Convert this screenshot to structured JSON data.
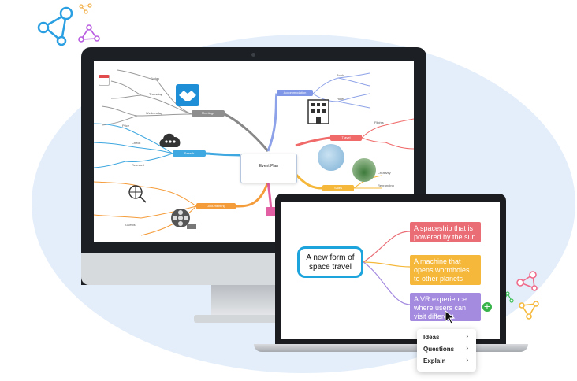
{
  "colors": {
    "background_blob": "#e4eefa",
    "accent_blue": "#1ea4dc",
    "node_red": "#ea6d76",
    "node_yellow": "#f5b83a",
    "node_purple": "#a58be0",
    "add_green": "#37b34a"
  },
  "desktop_map": {
    "center": "Event Plan",
    "meetings": "Meetings",
    "accommodation": "Accommodation",
    "search": "Search",
    "travel": "Travel",
    "documenting": "Documenting",
    "sales": "Sales",
    "leaves": {
      "friday": "Friday",
      "thursday": "Thursday",
      "wednesday": "Wednesday",
      "book": "Book",
      "hotel": "Hotel",
      "price": "Price",
      "check": "Check",
      "relevant": "Relevant",
      "flights": "Flights",
      "creativity": "Creativity",
      "rebranding": "Rebranding",
      "guests": "Guests"
    },
    "icons": [
      "calendar-icon",
      "handshake-icon",
      "building-icon",
      "chat-cloud-icon",
      "globe-icon",
      "film-reel-icon",
      "basketball-icon",
      "plant-icon"
    ]
  },
  "laptop_map": {
    "main_idea": "A new form of space travel",
    "ideas": [
      "A spaceship that is powered by the sun",
      "A machine that opens wormholes to other planets",
      "A VR experience where users can visit different planets"
    ],
    "add_icon": "plus-icon",
    "cursor_icon": "cursor-icon"
  },
  "context_menu": {
    "items": [
      "Ideas",
      "Questions",
      "Explain"
    ],
    "chevron_icon": "chevron-right-icon"
  }
}
